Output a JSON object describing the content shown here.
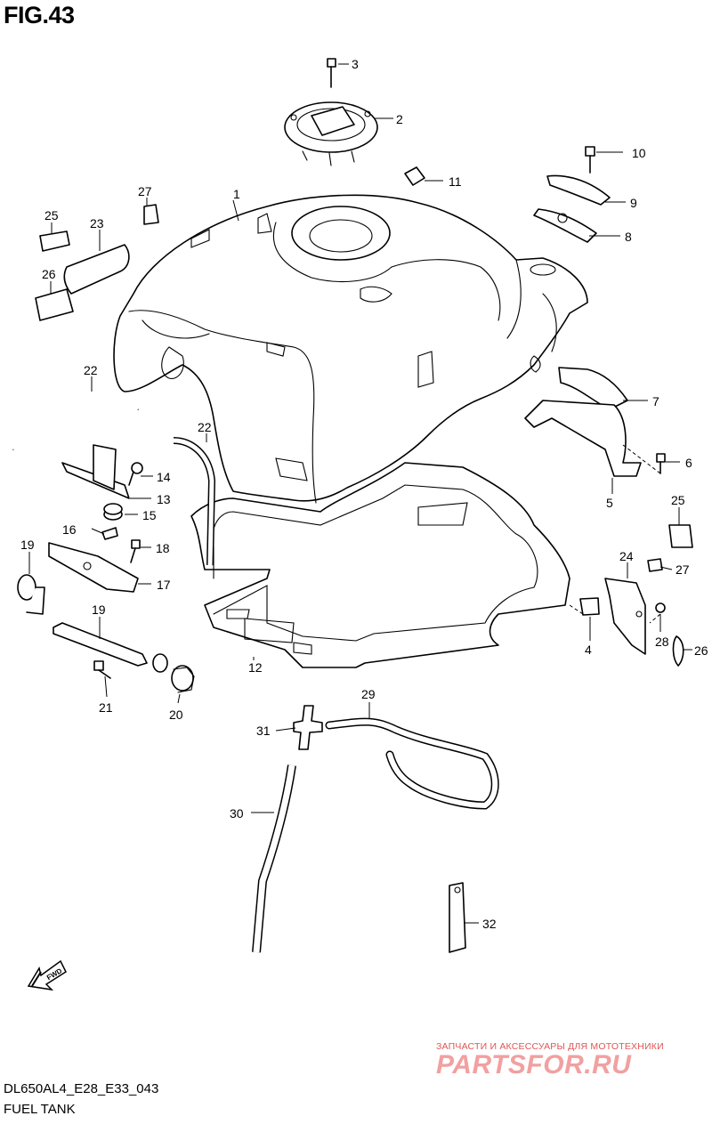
{
  "figure": {
    "title": "FIG.43"
  },
  "footer": {
    "model_code": "DL650AL4_E28_E33_043",
    "caption": "FUEL TANK"
  },
  "watermark": {
    "tagline": "ЗАПЧАСТИ И АКСЕССУАРЫ ДЛЯ МОТОТЕХНИКИ",
    "logo_text": "PARTSFOR.RU"
  },
  "direction_arrow": {
    "label": "FWD"
  },
  "callouts": [
    "1",
    "2",
    "3",
    "4",
    "5",
    "6",
    "7",
    "8",
    "9",
    "10",
    "11",
    "12",
    "13",
    "14",
    "15",
    "16",
    "17",
    "18",
    "19",
    "19",
    "20",
    "21",
    "22",
    "22",
    "23",
    "24",
    "25",
    "25",
    "26",
    "26",
    "27",
    "27",
    "28",
    "29",
    "30",
    "31",
    "32"
  ]
}
